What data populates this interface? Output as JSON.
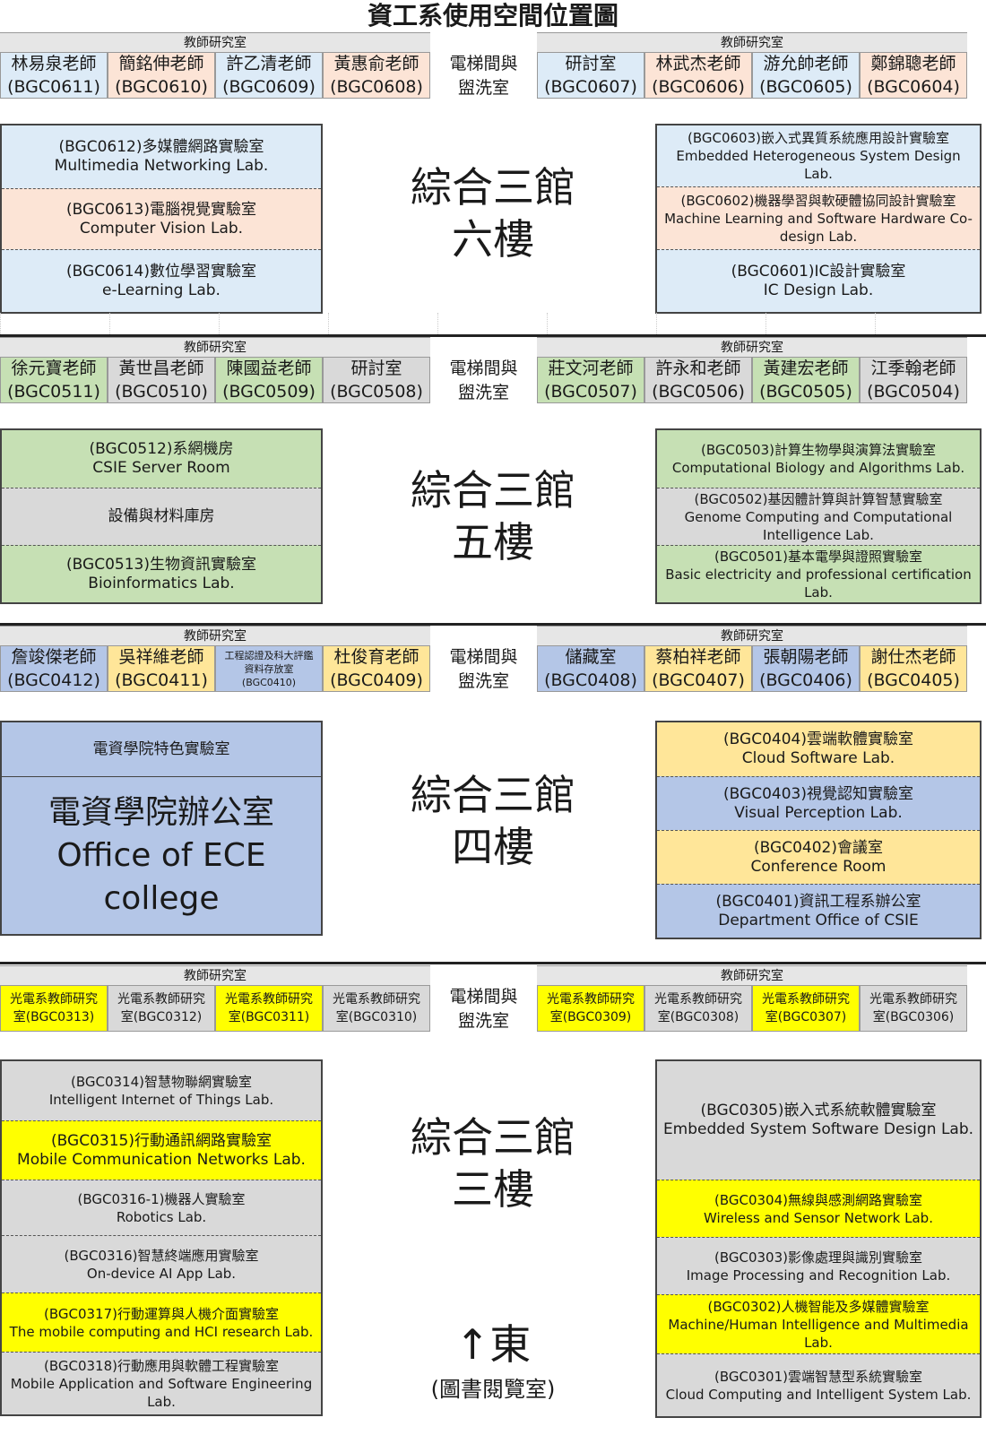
{
  "title": "資工系使用空間位置圖",
  "colors": {
    "gray": "#d9d9d9",
    "blue": "#ddebf7",
    "peach": "#fce4d6",
    "green": "#c6e0b4",
    "periwinkle": "#b4c6e7",
    "gold": "#ffe699",
    "yellow": "#ffff00",
    "white": "#ffffff"
  },
  "faculty_label": "教師研究室",
  "elevator": [
    "電梯間與",
    "盥洗室"
  ],
  "east": {
    "arrow": "↑東",
    "library": "(圖書閱覽室)"
  },
  "floors": [
    {
      "id": "f6",
      "center": [
        "綜合三館",
        "六樓"
      ],
      "left_offices": [
        {
          "lines": [
            "林易泉老師",
            "(BGC0611)"
          ],
          "color": "blue"
        },
        {
          "lines": [
            "簡銘伸老師",
            "(BGC0610)"
          ],
          "color": "peach"
        },
        {
          "lines": [
            "許乙清老師",
            "(BGC0609)"
          ],
          "color": "blue"
        },
        {
          "lines": [
            "黃惠俞老師",
            "(BGC0608)"
          ],
          "color": "peach"
        }
      ],
      "right_offices": [
        {
          "lines": [
            "研討室",
            "(BGC0607)"
          ],
          "color": "blue"
        },
        {
          "lines": [
            "林武杰老師",
            "(BGC0606)"
          ],
          "color": "peach"
        },
        {
          "lines": [
            "游允帥老師",
            "(BGC0605)"
          ],
          "color": "blue"
        },
        {
          "lines": [
            "鄭錦聰老師",
            "(BGC0604)"
          ],
          "color": "peach"
        }
      ],
      "left_labs": [
        {
          "lines": [
            "(BGC0612)多媒體網路實驗室",
            "Multimedia Networking Lab."
          ],
          "color": "blue"
        },
        {
          "lines": [
            "(BGC0613)電腦視覺實驗室",
            "Computer Vision Lab."
          ],
          "color": "peach"
        },
        {
          "lines": [
            "(BGC0614)數位學習實驗室",
            "e-Learning Lab."
          ],
          "color": "blue"
        }
      ],
      "right_labs": [
        {
          "lines": [
            "(BGC0603)嵌入式異質系統應用設計實驗室",
            "Embedded Heterogeneous System Design Lab."
          ],
          "color": "blue"
        },
        {
          "lines": [
            "(BGC0602)機器學習與軟硬體協同設計實驗室",
            "Machine Learning and Software Hardware Co-design Lab."
          ],
          "color": "peach"
        },
        {
          "lines": [
            "(BGC0601)IC設計實驗室",
            "IC Design Lab."
          ],
          "color": "blue"
        }
      ]
    },
    {
      "id": "f5",
      "center": [
        "綜合三館",
        "五樓"
      ],
      "left_offices": [
        {
          "lines": [
            "徐元寶老師",
            "(BGC0511)"
          ],
          "color": "green"
        },
        {
          "lines": [
            "黃世昌老師",
            "(BGC0510)"
          ],
          "color": "gray"
        },
        {
          "lines": [
            "陳國益老師",
            "(BGC0509)"
          ],
          "color": "green"
        },
        {
          "lines": [
            "研討室",
            "(BGC0508)"
          ],
          "color": "gray"
        }
      ],
      "right_offices": [
        {
          "lines": [
            "莊文河老師",
            "(BGC0507)"
          ],
          "color": "green"
        },
        {
          "lines": [
            "許永和老師",
            "(BGC0506)"
          ],
          "color": "gray"
        },
        {
          "lines": [
            "黃建宏老師",
            "(BGC0505)"
          ],
          "color": "green"
        },
        {
          "lines": [
            "江季翰老師",
            "(BGC0504)"
          ],
          "color": "gray"
        }
      ],
      "left_labs": [
        {
          "lines": [
            "(BGC0512)系網機房",
            "CSIE Server Room"
          ],
          "color": "green"
        },
        {
          "lines": [
            "設備與材料庫房"
          ],
          "color": "gray"
        },
        {
          "lines": [
            "(BGC0513)生物資訊實驗室",
            "Bioinformatics Lab."
          ],
          "color": "green"
        }
      ],
      "right_labs": [
        {
          "lines": [
            "(BGC0503)計算生物學與演算法實驗室",
            "Computational Biology and Algorithms Lab."
          ],
          "color": "green"
        },
        {
          "lines": [
            "(BGC0502)基因體計算與計算智慧實驗室",
            "Genome Computing and Computational Intelligence Lab."
          ],
          "color": "gray"
        },
        {
          "lines": [
            "(BGC0501)基本電學與證照實驗室",
            "Basic electricity and professional certification Lab."
          ],
          "color": "green"
        }
      ]
    },
    {
      "id": "f4",
      "center": [
        "綜合三館",
        "四樓"
      ],
      "left_offices": [
        {
          "lines": [
            "詹竣傑老師",
            "(BGC0412)"
          ],
          "color": "periwinkle"
        },
        {
          "lines": [
            "吳祥維老師",
            "(BGC0411)"
          ],
          "color": "gold"
        },
        {
          "lines": [
            "工程認證及科大評鑑",
            "資料存放室",
            "(BGC0410)"
          ],
          "color": "periwinkle"
        },
        {
          "lines": [
            "杜俊育老師",
            "(BGC0409)"
          ],
          "color": "gold"
        }
      ],
      "right_offices": [
        {
          "lines": [
            "儲藏室",
            "(BGC0408)"
          ],
          "color": "periwinkle"
        },
        {
          "lines": [
            "蔡柏祥老師",
            "(BGC0407)"
          ],
          "color": "gold"
        },
        {
          "lines": [
            "張朝陽老師",
            "(BGC0406)"
          ],
          "color": "periwinkle"
        },
        {
          "lines": [
            "謝仕杰老師",
            "(BGC0405)"
          ],
          "color": "gold"
        }
      ],
      "left_labs": [
        {
          "lines": [
            "電資學院特色實驗室"
          ],
          "color": "periwinkle"
        },
        {
          "lines": [
            "電資學院辦公室",
            "Office of ECE",
            "college"
          ],
          "color": "periwinkle"
        }
      ],
      "right_labs": [
        {
          "lines": [
            "(BGC0404)雲端軟體實驗室",
            "Cloud Software Lab."
          ],
          "color": "gold"
        },
        {
          "lines": [
            "(BGC0403)視覺認知實驗室",
            "Visual Perception Lab."
          ],
          "color": "periwinkle"
        },
        {
          "lines": [
            "(BGC0402)會議室",
            "Conference Room"
          ],
          "color": "gold"
        },
        {
          "lines": [
            "(BGC0401)資訊工程系辦公室",
            "Department Office of CSIE"
          ],
          "color": "periwinkle"
        }
      ]
    },
    {
      "id": "f3",
      "center": [
        "綜合三館",
        "三樓"
      ],
      "left_offices": [
        {
          "lines": [
            "光電系教師研究",
            "室(BGC0313)"
          ],
          "color": "yellow"
        },
        {
          "lines": [
            "光電系教師研究",
            "室(BGC0312)"
          ],
          "color": "gray"
        },
        {
          "lines": [
            "光電系教師研究",
            "室(BGC0311)"
          ],
          "color": "yellow"
        },
        {
          "lines": [
            "光電系教師研究",
            "室(BGC0310)"
          ],
          "color": "gray"
        }
      ],
      "right_offices": [
        {
          "lines": [
            "光電系教師研究",
            "室(BGC0309)"
          ],
          "color": "yellow"
        },
        {
          "lines": [
            "光電系教師研究",
            "室(BGC0308)"
          ],
          "color": "gray"
        },
        {
          "lines": [
            "光電系教師研究",
            "室(BGC0307)"
          ],
          "color": "yellow"
        },
        {
          "lines": [
            "光電系教師研究",
            "室(BGC0306)"
          ],
          "color": "gray"
        }
      ],
      "left_labs": [
        {
          "lines": [
            "(BGC0314)智慧物聯網實驗室",
            "Intelligent Internet of Things Lab."
          ],
          "color": "gray"
        },
        {
          "lines": [
            "(BGC0315)行動通訊網路實驗室",
            "Mobile Communication Networks Lab."
          ],
          "color": "yellow"
        },
        {
          "lines": [
            "(BGC0316-1)機器人實驗室",
            "Robotics Lab."
          ],
          "color": "gray"
        },
        {
          "lines": [
            "(BGC0316)智慧終端應用實驗室",
            "On-device AI App Lab."
          ],
          "color": "gray"
        },
        {
          "lines": [
            "(BGC0317)行動運算與人機介面實驗室",
            "The mobile computing and HCI research Lab."
          ],
          "color": "yellow"
        },
        {
          "lines": [
            "(BGC0318)行動應用與軟體工程實驗室",
            "Mobile Application and Software  Engineering Lab."
          ],
          "color": "gray"
        }
      ],
      "right_labs": [
        {
          "lines": [
            "(BGC0305)嵌入式系統軟體實驗室",
            "Embedded System Software Design Lab."
          ],
          "color": "gray"
        },
        {
          "lines": [
            "(BGC0304)無線與感測網路實驗室",
            "Wireless and Sensor Network Lab."
          ],
          "color": "yellow"
        },
        {
          "lines": [
            "(BGC0303)影像處理與識別實驗室",
            "Image Processing and Recognition Lab."
          ],
          "color": "gray"
        },
        {
          "lines": [
            "(BGC0302)人機智能及多媒體實驗室",
            "Machine/Human Intelligence and Multimedia Lab."
          ],
          "color": "yellow"
        },
        {
          "lines": [
            "(BGC0301)雲端智慧型系統實驗室",
            "Cloud Computing and Intelligent System Lab."
          ],
          "color": "gray"
        }
      ]
    }
  ]
}
